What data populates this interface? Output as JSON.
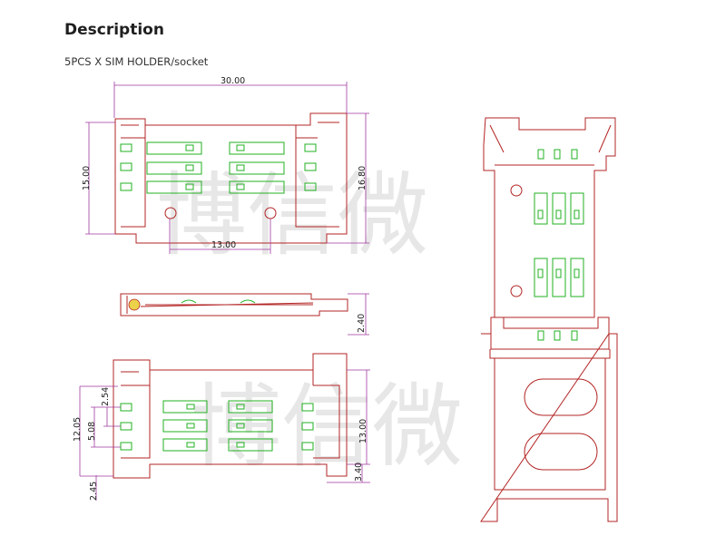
{
  "section": {
    "title": "Description",
    "subtitle": "5PCS X SIM HOLDER/socket"
  },
  "drawing": {
    "watermark_text": "博信微",
    "dimensions": {
      "top_width": "30.00",
      "top_left_height": "15.00",
      "top_right_height": "16.80",
      "top_bottom_width": "13.00",
      "side_height": "2.40",
      "bottom_pitch": "2.54",
      "bottom_span": "5.08",
      "bottom_total": "12.05",
      "bottom_height": "13.00",
      "bottom_tab": "3.40",
      "bottom_offset": "2.45"
    },
    "colors": {
      "outline": "#b32424",
      "contacts": "#22b022",
      "dimension_lines": "#a03aa0",
      "watermark": "#d4d4d4"
    }
  }
}
